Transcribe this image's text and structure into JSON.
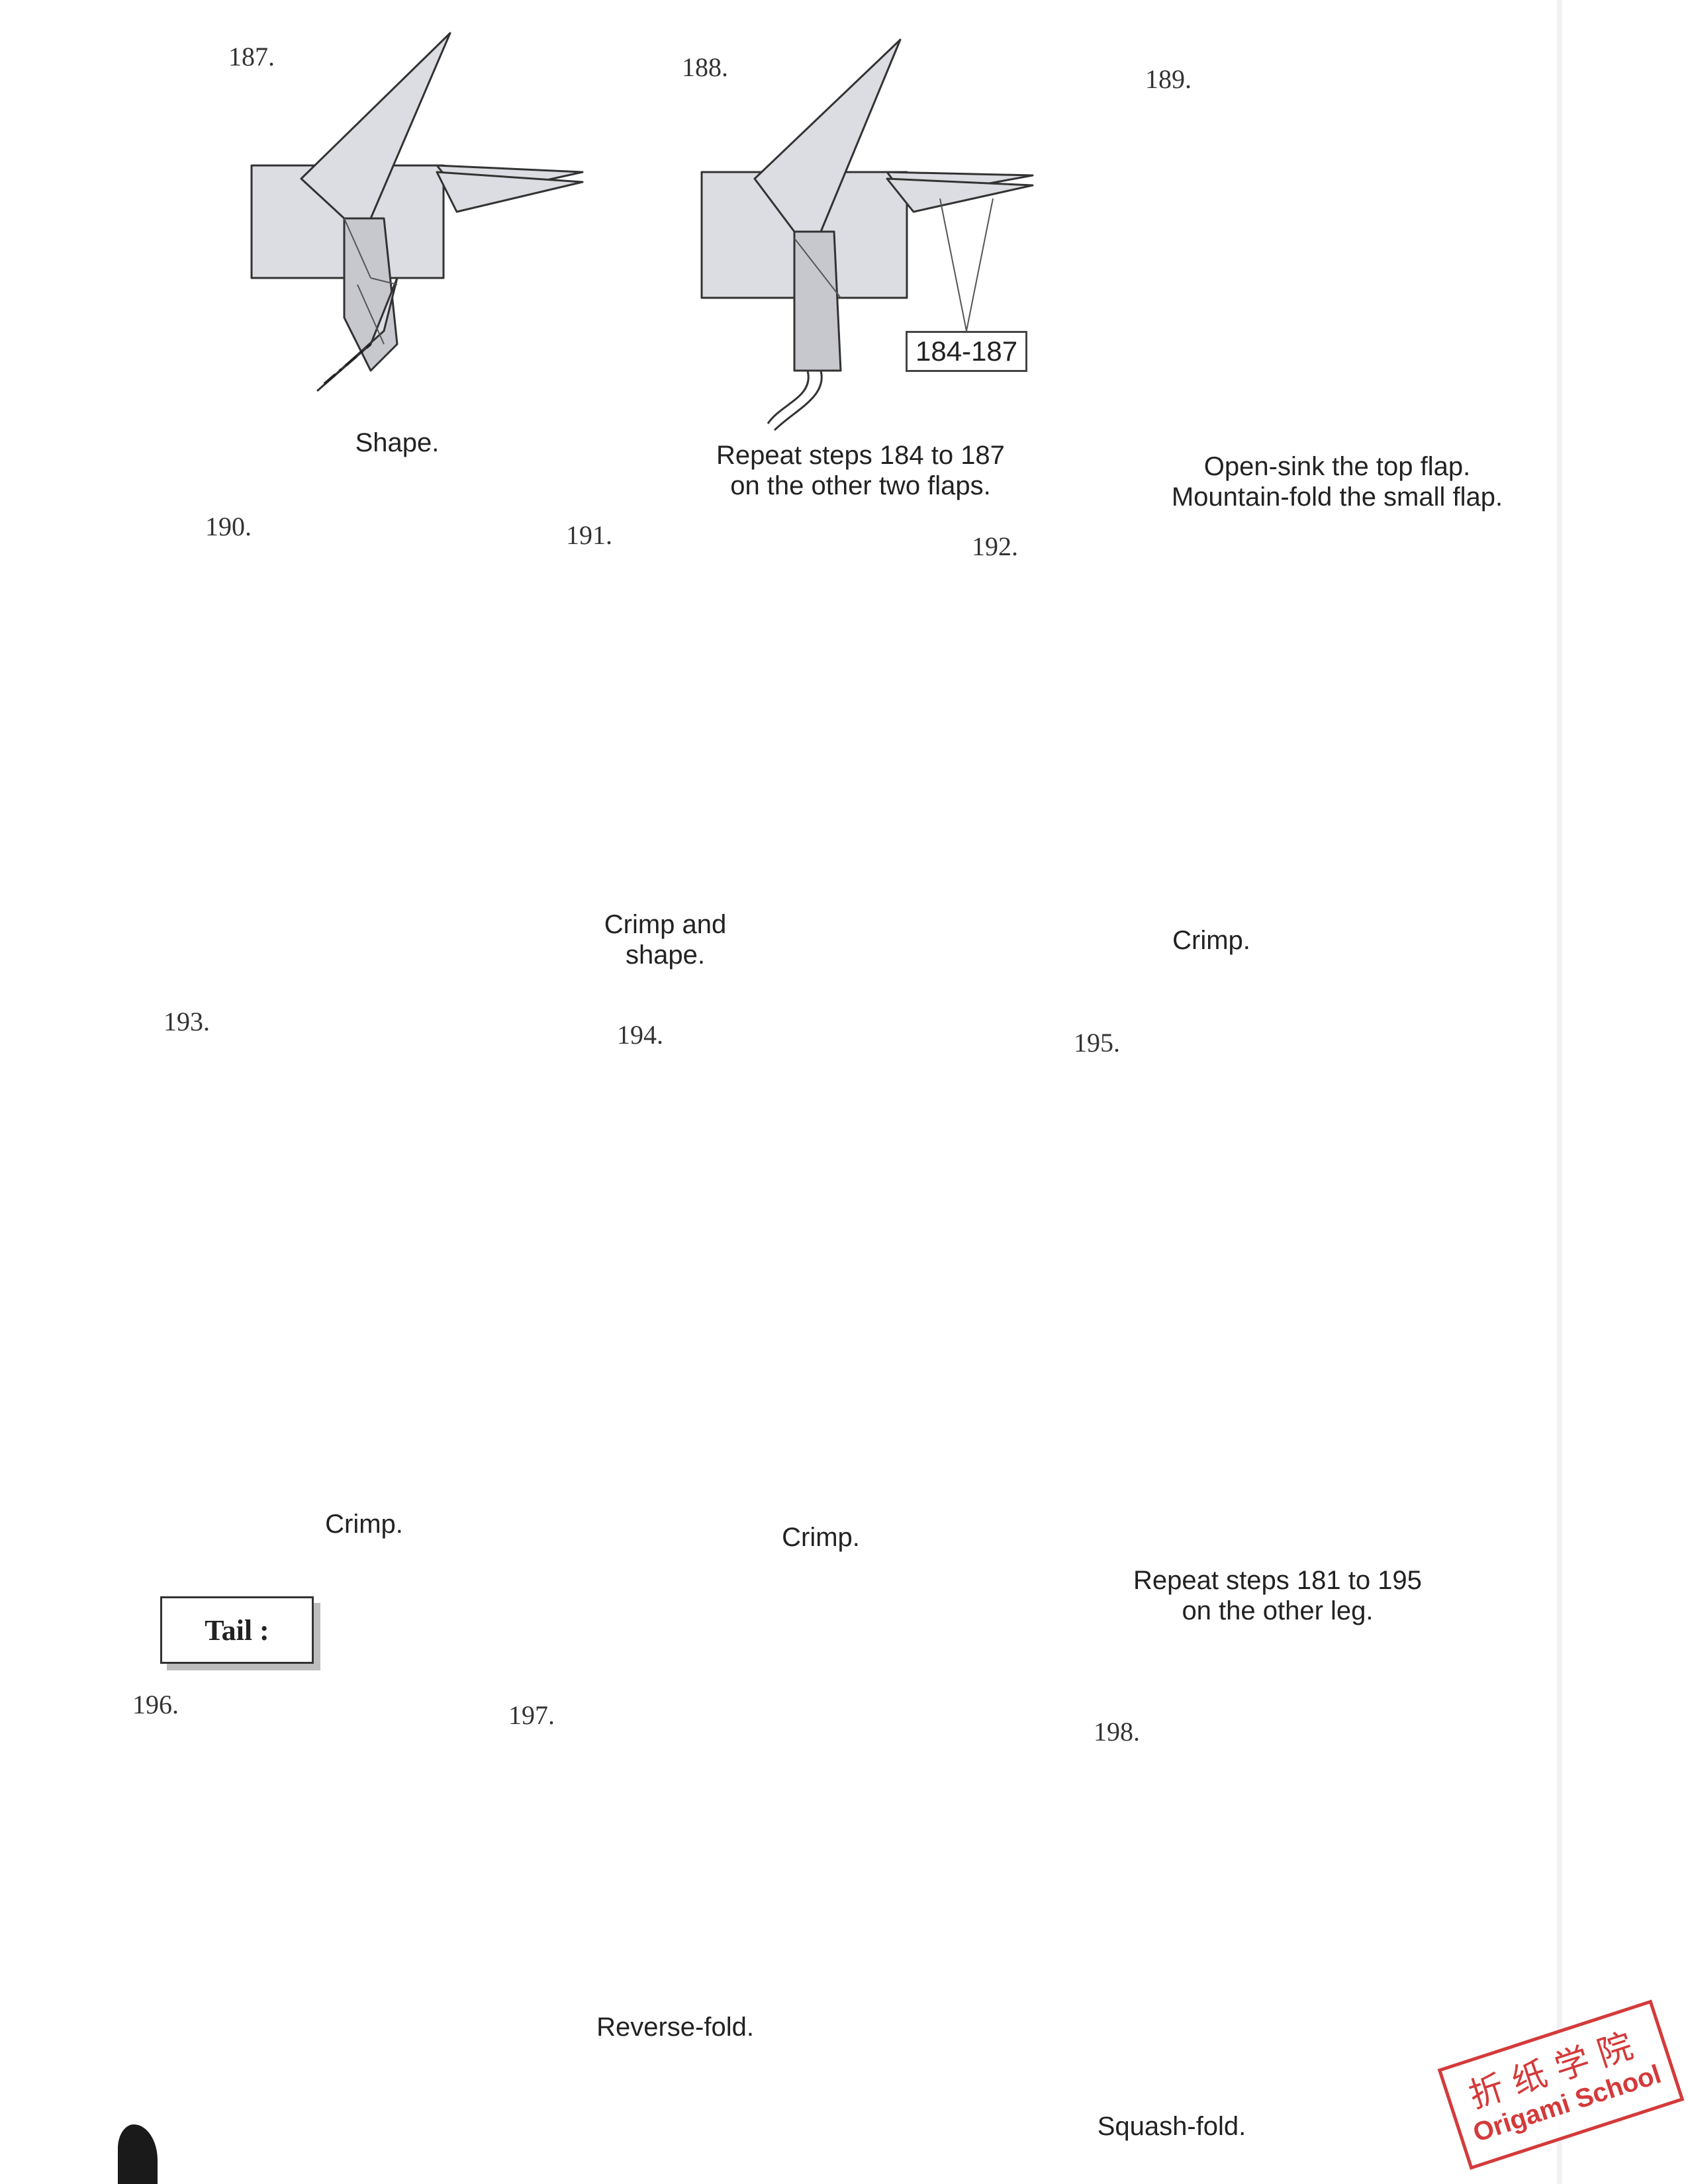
{
  "colors": {
    "paper": "#dcdde2",
    "paper_dark": "#c7c8ce",
    "line": "#333333",
    "stamp": "#d43a3a"
  },
  "steps": [
    {
      "num": "187.",
      "caption": [
        "Shape."
      ]
    },
    {
      "num": "188.",
      "caption": [
        "Repeat steps 184 to 187",
        "on the other two flaps."
      ],
      "ref_box": "184-187"
    },
    {
      "num": "189.",
      "caption": [
        "Open-sink the top flap.",
        "Mountain-fold the small flap."
      ]
    },
    {
      "num": "190.",
      "caption": []
    },
    {
      "num": "191.",
      "caption": [
        "Crimp and",
        "shape."
      ]
    },
    {
      "num": "192.",
      "caption": [
        "Crimp."
      ]
    },
    {
      "num": "193.",
      "caption": [
        "Crimp."
      ]
    },
    {
      "num": "194.",
      "caption": [
        "Crimp."
      ]
    },
    {
      "num": "195.",
      "caption": [
        "Repeat steps 181 to 195",
        "on the other leg."
      ]
    },
    {
      "num": "196.",
      "caption": []
    },
    {
      "num": "197.",
      "caption": [
        "Reverse-fold."
      ]
    },
    {
      "num": "198.",
      "caption": [
        "Squash-fold."
      ]
    }
  ],
  "section": {
    "title": "Tail :"
  },
  "watermark": {
    "chinese": "折纸学院",
    "english": "Origami School"
  }
}
